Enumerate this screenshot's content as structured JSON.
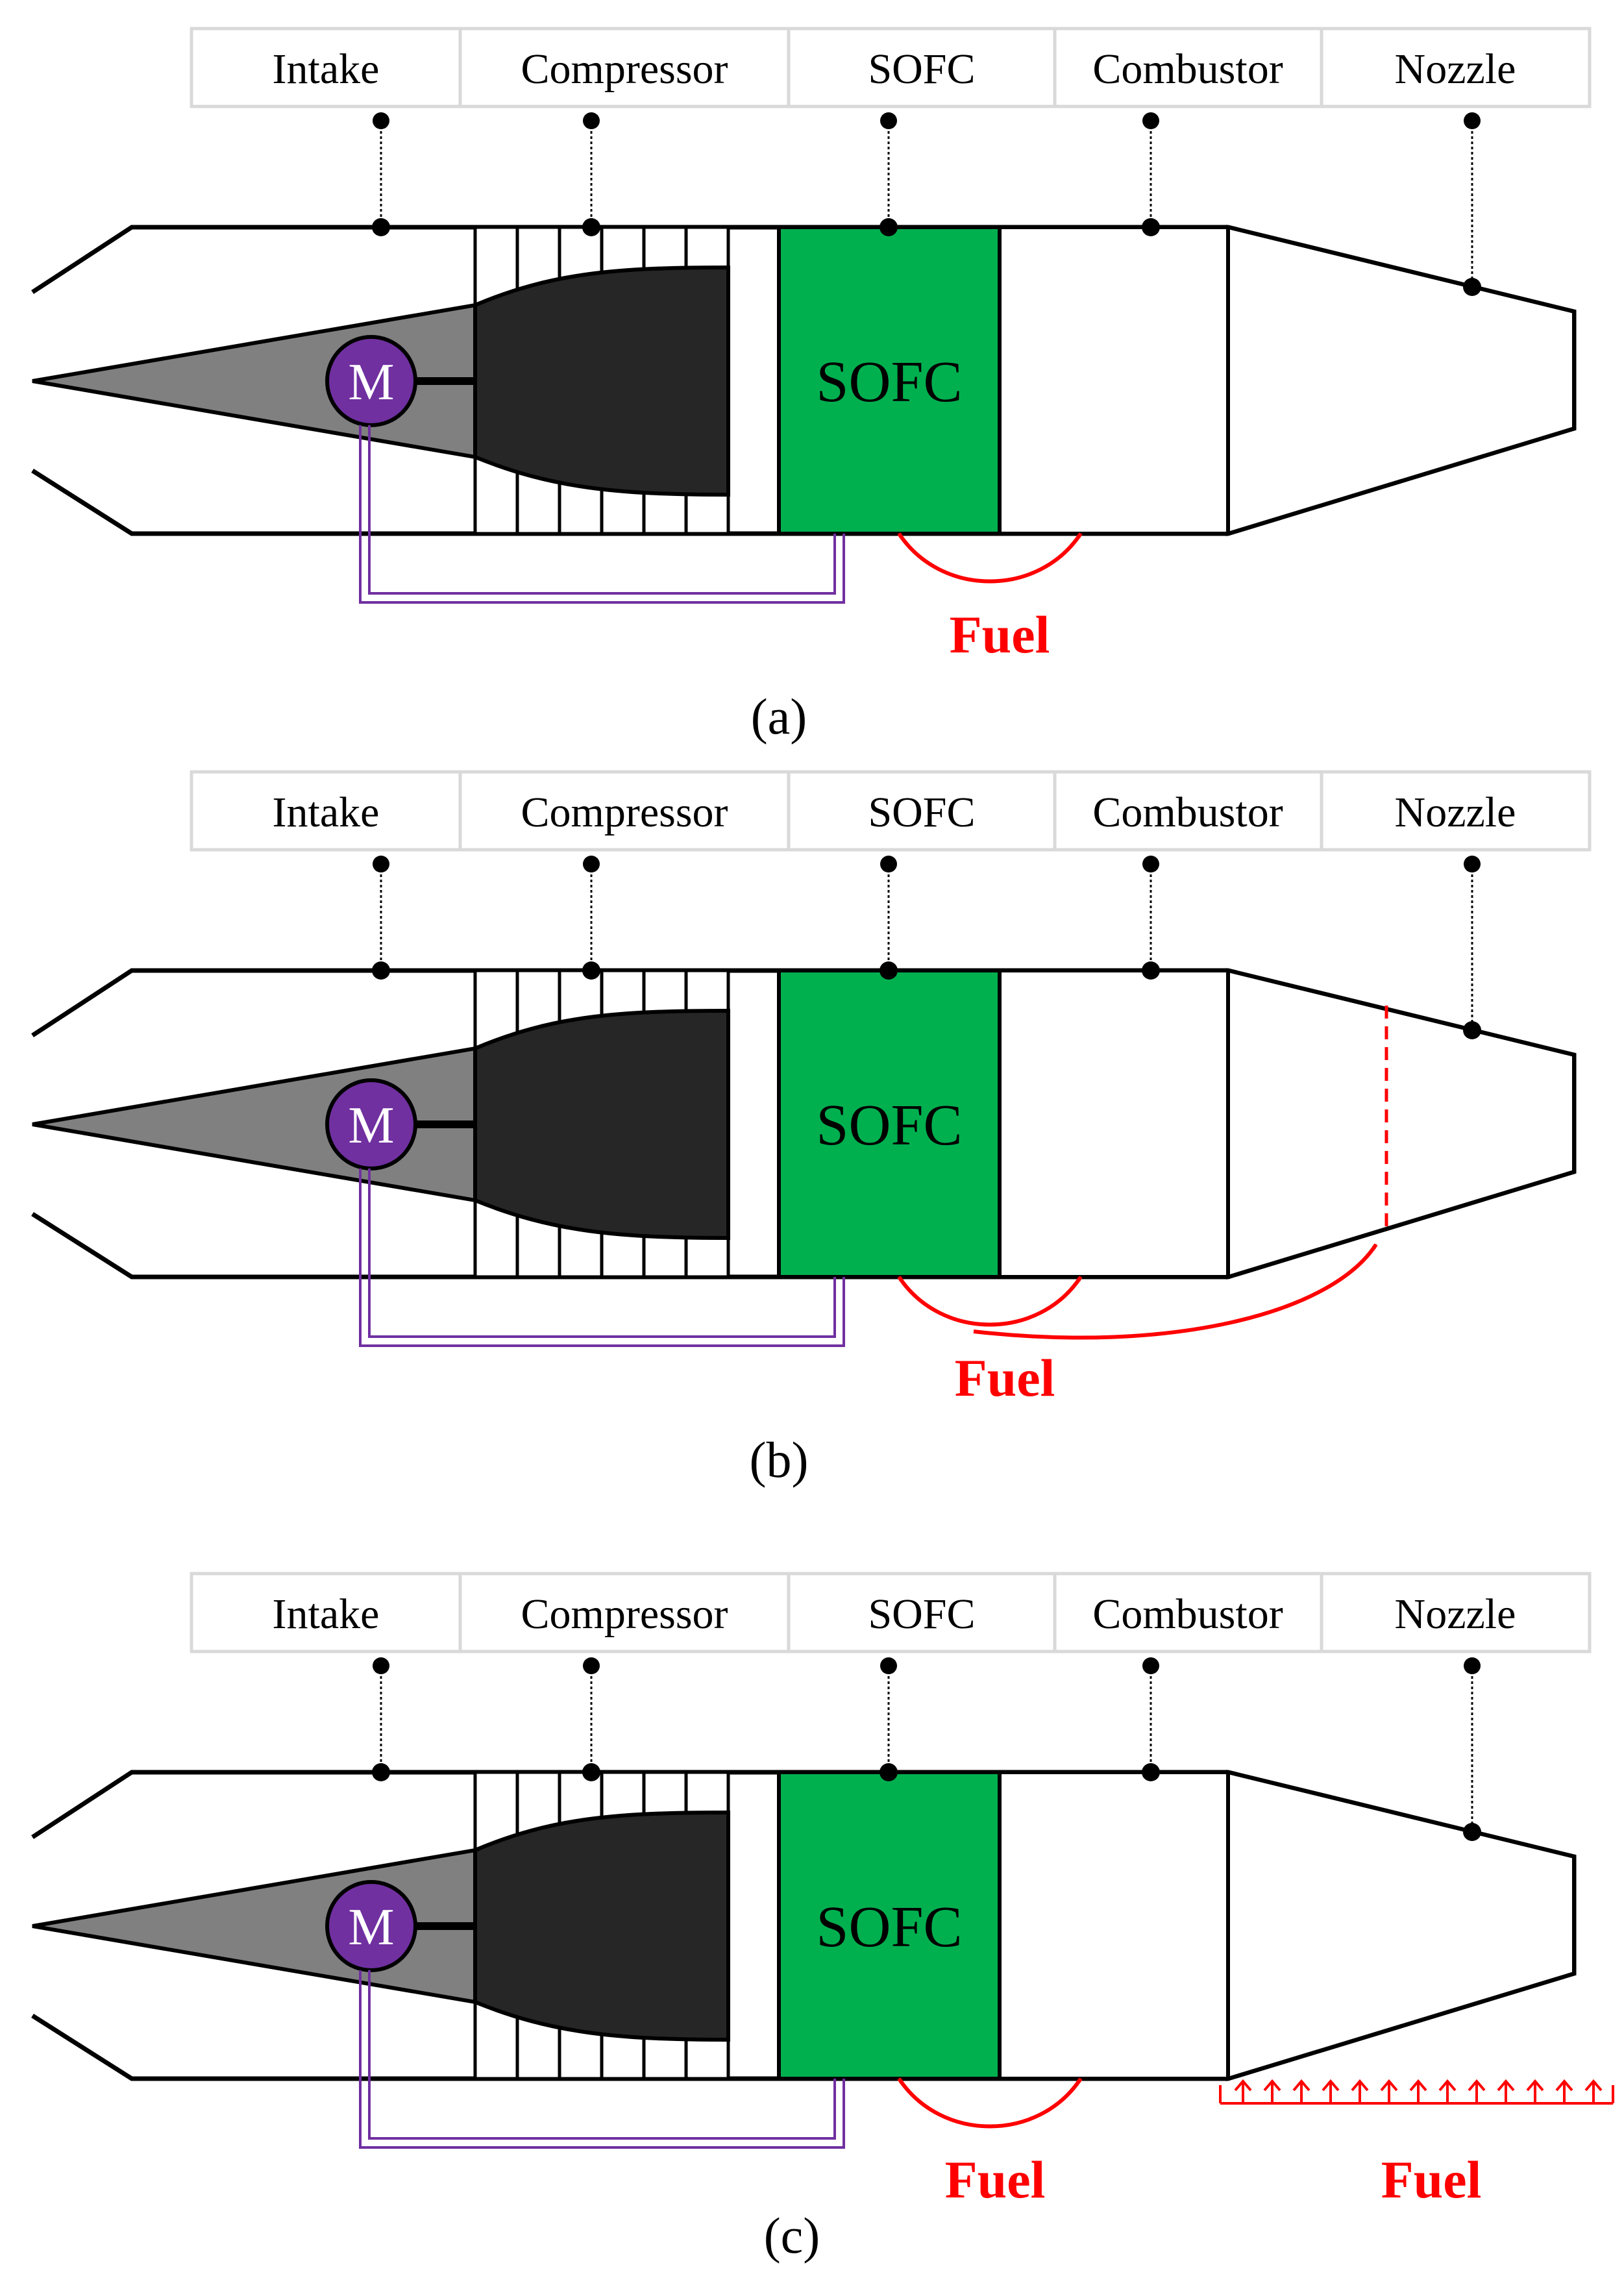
{
  "stations": [
    "Intake",
    "Compressor",
    "SOFC",
    "Combustor",
    "Nozzle"
  ],
  "panels": [
    {
      "caption": "(a)",
      "sofc_label": "SOFC",
      "motor_label": "M",
      "fuel_labels": [
        "Fuel"
      ],
      "variant": "sofc-combustor"
    },
    {
      "caption": "(b)",
      "sofc_label": "SOFC",
      "motor_label": "M",
      "fuel_labels": [
        "Fuel"
      ],
      "variant": "sofc-combustor-afterburner"
    },
    {
      "caption": "(c)",
      "sofc_label": "SOFC",
      "motor_label": "M",
      "fuel_labels": [
        "Fuel",
        "Fuel"
      ],
      "variant": "sofc-combustor-nozzle-injection"
    }
  ],
  "colors": {
    "sofc": "#00b04f",
    "spike": "#808080",
    "compressor_hub": "#262626",
    "motor": "#7030a0",
    "motor_wire": "#7030a0",
    "fuel": "#ff0000",
    "outline": "#000000",
    "header_border": "#d9d9d9"
  }
}
